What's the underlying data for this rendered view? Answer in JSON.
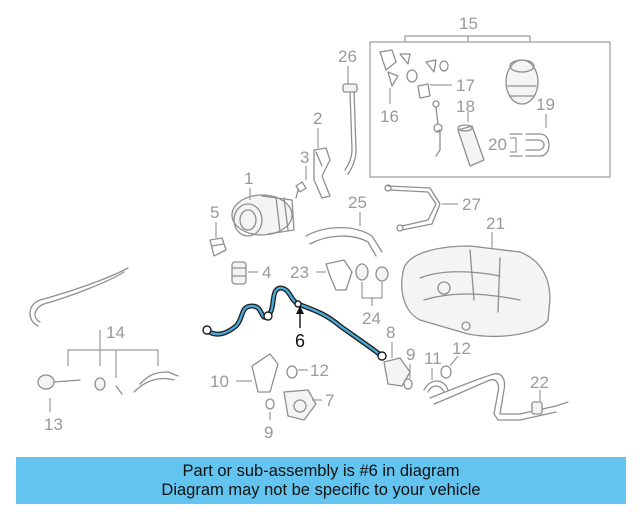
{
  "diagram": {
    "callouts": {
      "c1": "1",
      "c2": "2",
      "c3": "3",
      "c4": "4",
      "c5": "5",
      "c6": "6",
      "c7": "7",
      "c8": "8",
      "c9a": "9",
      "c9b": "9",
      "c10": "10",
      "c11": "11",
      "c12a": "12",
      "c12b": "12",
      "c13": "13",
      "c14": "14",
      "c15": "15",
      "c16": "16",
      "c17": "17",
      "c18": "18",
      "c19": "19",
      "c20": "20",
      "c21": "21",
      "c22": "22",
      "c23": "23",
      "c24": "24",
      "c25": "25",
      "c26": "26",
      "c27": "27"
    },
    "highlighted_part": "6",
    "highlight_color": "#4aa8d8"
  },
  "banner": {
    "line1": "Part or sub-assembly is #6 in diagram",
    "line2": "Diagram may not be specific to your vehicle",
    "background": "#62c4ef"
  }
}
